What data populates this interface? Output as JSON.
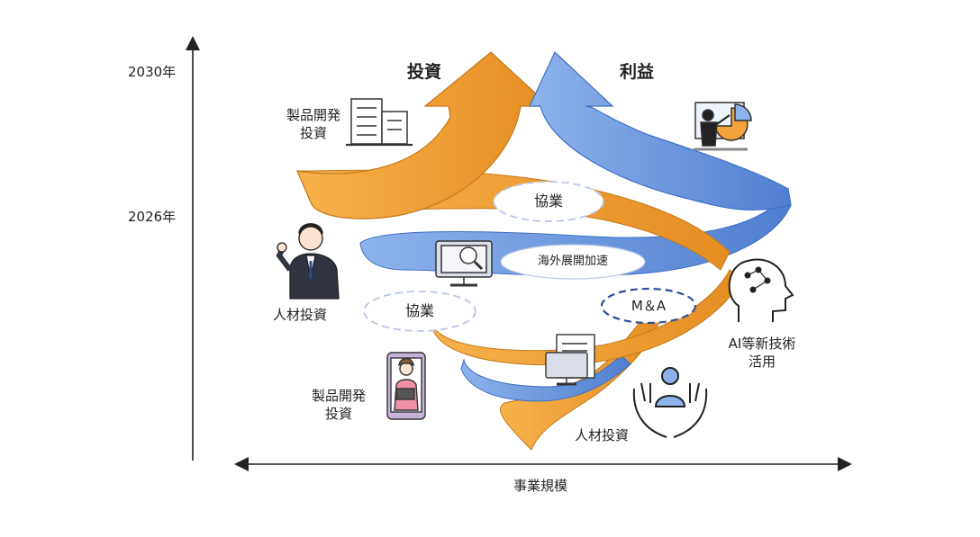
{
  "axis": {
    "y_ticks": [
      "2030年",
      "2026年"
    ],
    "x_label": "事業規模"
  },
  "arrows": {
    "left_label": "投資",
    "right_label": "利益"
  },
  "ovals": {
    "collab_top": "協業",
    "overseas": "海外展開加速",
    "ma": "M＆A",
    "collab_left": "協業"
  },
  "labels": {
    "product_dev_top": [
      "製品開発",
      "投資"
    ],
    "hr_left": "人材投資",
    "product_dev_bottom": [
      "製品開発",
      "投資"
    ],
    "ai": [
      "AI等新技術",
      "活用"
    ],
    "hr_bottom": "人材投資"
  },
  "colors": {
    "orange": "#F2A33A",
    "orange_dark": "#D9821C",
    "blue": "#6F9BE0",
    "blue_dark": "#3F6FC4",
    "oval_dash": "#B9C6E6",
    "ma_border": "#2F4F9A"
  },
  "icons": [
    "building-icon",
    "presenter-chart-icon",
    "businessman-icon",
    "monitor-magnifier-icon",
    "ai-brain-icon",
    "document-monitor-icon",
    "person-in-hands-icon",
    "woman-tablet-icon"
  ]
}
